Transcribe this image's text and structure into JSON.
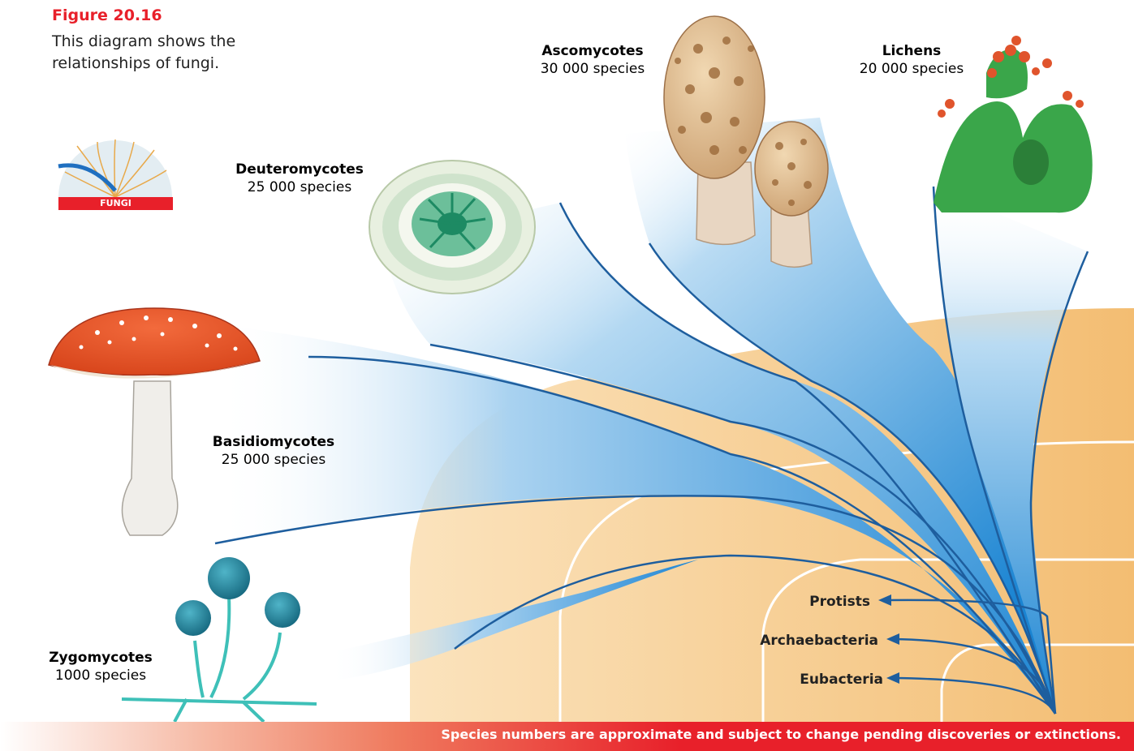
{
  "figure": {
    "title": "Figure 20.16",
    "caption": "This diagram shows the relationships of fungi."
  },
  "icon": {
    "label": "FUNGI",
    "name": "fungi-fan-icon"
  },
  "groups": {
    "ascomycotes": {
      "name": "Ascomycotes",
      "count": "30 000 species"
    },
    "lichens": {
      "name": "Lichens",
      "count": "20 000 species"
    },
    "deuteromycotes": {
      "name": "Deuteromycotes",
      "count": "25 000 species"
    },
    "basidiomycotes": {
      "name": "Basidiomycotes",
      "count": "25 000 species"
    },
    "zygomycotes": {
      "name": "Zygomycotes",
      "count": "1000 species"
    }
  },
  "kingdoms": {
    "protists": "Protists",
    "archaebacteria": "Archaebacteria",
    "eubacteria": "Eubacteria"
  },
  "footer": "Species numbers are approximate and subject to change pending discoveries or extinctions.",
  "colors": {
    "title_red": "#e8202a",
    "branch_blue": "#1e6fb8",
    "fan_blue": "#1f8fd8",
    "background_tan": "#f5c98a"
  }
}
